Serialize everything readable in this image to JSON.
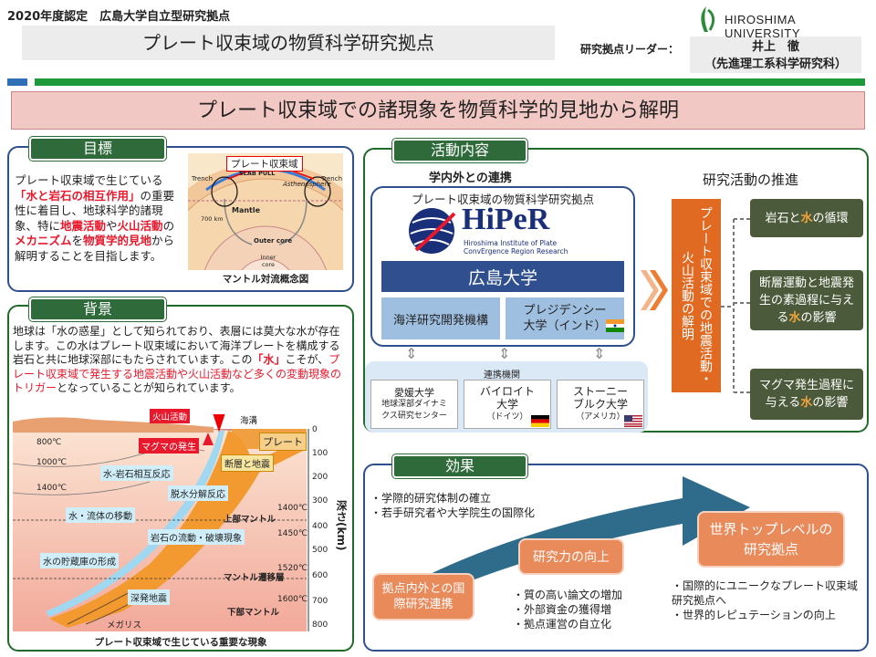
{
  "header": {
    "certification": "2020年度認定　広島大学自立型研究拠点",
    "title": "プレート収束域の物質科学研究拠点",
    "leader_label": "研究拠点リーダー：",
    "leader_name": "井上　徹",
    "leader_affiliation": "（先進理工系科学研究科）",
    "university": "HIROSHIMA UNIVERSITY"
  },
  "banner": "プレート収束域での諸現象を物質科学的見地から解明",
  "goal": {
    "heading": "目標",
    "t1": "プレート収束域で生じている",
    "t2": "「水と岩石の相互作用」",
    "t3": "の重要性に着目し、地球科学的諸現象、特に",
    "t4": "地震活動",
    "t5": "や",
    "t6": "火山活動",
    "t7": "の",
    "t8": "メカニズム",
    "t9": "を",
    "t10": "物質学的見地",
    "t11": "から解明することを目指します。",
    "diagram": {
      "callout": "プレート収束域",
      "labels": [
        "Trench",
        "SLAB PULL",
        "Mantle",
        "Asthenosphere",
        "Trench",
        "700 km",
        "Outer core",
        "Inner core"
      ],
      "caption": "マントル対流概念図"
    }
  },
  "background": {
    "heading": "背景",
    "t1": "地球は「水の惑星」として知られており、表層には莫大な水が存在します。この水はプレート収束域において海洋プレートを構成する岩石と共に地球深部にもたらされています。この",
    "t2": "「水」",
    "t3": "こそが、",
    "t4": "プレート収束域で発生する地震活動や火山活動など多くの変動現象のトリガー",
    "t5": "となっていることが知られています。",
    "diagram": {
      "top_labels": [
        "火山活動",
        "海溝",
        "プレート"
      ],
      "temps_left": [
        "800℃",
        "1000℃",
        "1400℃"
      ],
      "temps_right": [
        "1400℃",
        "1450℃",
        "1520℃",
        "1600℃"
      ],
      "processes": [
        "マグマの発生",
        "断層と地震",
        "水-岩石相互反応",
        "脱水分解反応",
        "水・流体の移動",
        "岩石の流動・破壊現象",
        "水の貯蔵庫の形成",
        "深発地震",
        "メガリス"
      ],
      "layers": [
        "上部マントル",
        "マントル遷移層",
        "下部マントル"
      ],
      "depth_ticks": [
        "0",
        "100",
        "200",
        "300",
        "400",
        "500",
        "600",
        "700",
        "800"
      ],
      "axis_label": "深さ(km)",
      "caption": "プレート収束域で生じている重要な現象"
    }
  },
  "activities": {
    "heading": "活動内容",
    "collab_title": "学内外との連携",
    "center_title": "プレート収束域の物質科学研究拠点",
    "logo_main": "HiPeR",
    "logo_sub1": "Hiroshima Institute of Plate",
    "logo_sub2": "ConvErgence Region Research",
    "hiroshima": "広島大学",
    "partner1": "海洋研究開発機構",
    "partner2a": "プレジデンシー",
    "partner2b": "大学（インド）",
    "network_label": "連携機関",
    "inst1": [
      "愛媛大学",
      "地球深部ダイナミ",
      "クス研究センター"
    ],
    "inst2": [
      "バイロイト",
      "大学",
      "（ドイツ）"
    ],
    "inst3": [
      "ストーニー",
      "ブルク大学",
      "（アメリカ）"
    ],
    "promo_title": "研究活動の推進",
    "vertical_box": "プレート収束域での地震活動・火山活動の解明",
    "r1a": "岩石と",
    "r1w": "水",
    "r1b": "の循環",
    "r2a": "断層運動と地震発生の素過程に与える",
    "r2w": "水",
    "r2b": "の影響",
    "r3a": "マグマ発生過程に与える",
    "r3w": "水",
    "r3b": "の影響"
  },
  "effects": {
    "heading": "効果",
    "bullets_top": [
      "学際的研究体制の確立",
      "若手研究者や大学院生の国際化"
    ],
    "stage1": "拠点内外との国際研究連携",
    "stage2": "研究力の向上",
    "stage3": "世界トップレベルの研究拠点",
    "bullets_mid": [
      "質の高い論文の増加",
      "外部資金の獲得増",
      "拠点運営の自立化"
    ],
    "bullets_right": [
      "国際的にユニークなプレート収束域研究拠点へ",
      "世界的レピュテーションの向上"
    ]
  }
}
